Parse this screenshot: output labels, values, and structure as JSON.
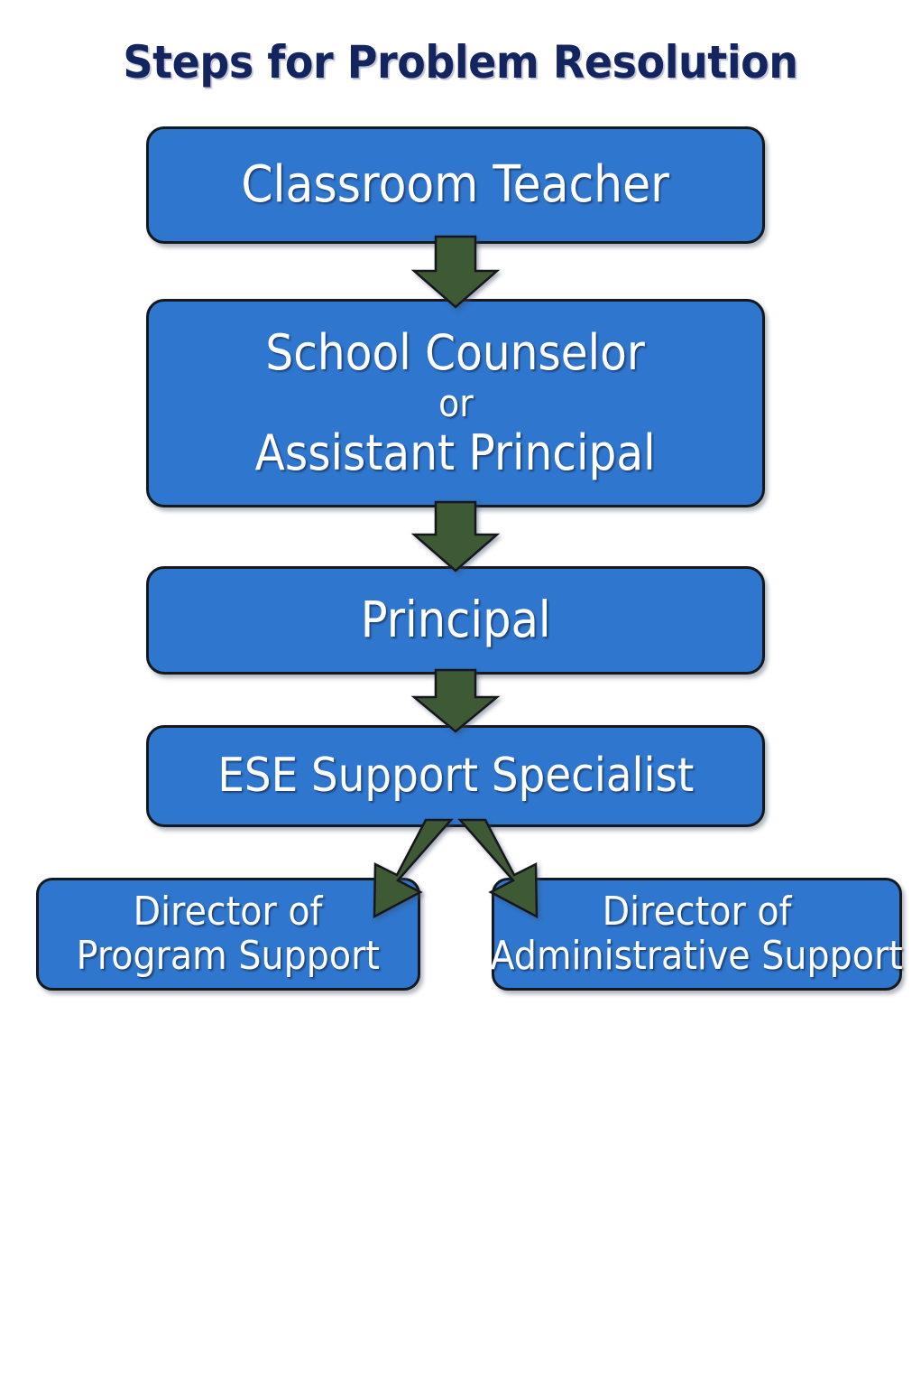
{
  "title": "Steps for Problem Resolution",
  "colors": {
    "background": "#ffffff",
    "title_text": "#14245e",
    "node_fill": "#2e76ce",
    "node_border": "#14181f",
    "node_text": "#ffffff",
    "arrow_fill": "#3d5a35",
    "arrow_outline": "#14181f"
  },
  "chart_data": {
    "type": "diagram",
    "diagram_type": "flowchart",
    "orientation": "top-to-bottom",
    "title": "Steps for Problem Resolution",
    "nodes": [
      {
        "id": "teacher",
        "lines": [
          "Classroom Teacher"
        ]
      },
      {
        "id": "counselor",
        "lines": [
          "School Counselor",
          "or",
          "Assistant Principal"
        ]
      },
      {
        "id": "principal",
        "lines": [
          "Principal"
        ]
      },
      {
        "id": "ese",
        "lines": [
          "ESE Support Specialist"
        ]
      },
      {
        "id": "program",
        "lines": [
          "Director of",
          "Program Support"
        ]
      },
      {
        "id": "admin",
        "lines": [
          "Director of",
          "Administrative Support"
        ]
      }
    ],
    "edges": [
      {
        "from": "teacher",
        "to": "counselor",
        "style": "block-arrow-down"
      },
      {
        "from": "counselor",
        "to": "principal",
        "style": "block-arrow-down"
      },
      {
        "from": "principal",
        "to": "ese",
        "style": "block-arrow-down"
      },
      {
        "from": "ese",
        "to": "program",
        "style": "block-arrow-diagonal-left"
      },
      {
        "from": "ese",
        "to": "admin",
        "style": "block-arrow-diagonal-right"
      }
    ]
  },
  "nodes": {
    "teacher": {
      "line1": "Classroom Teacher"
    },
    "counselor": {
      "line1": "School Counselor",
      "line2": "or",
      "line3": "Assistant Principal"
    },
    "principal": {
      "line1": "Principal"
    },
    "ese": {
      "line1": "ESE Support Specialist"
    },
    "program": {
      "line1": "Director of",
      "line2": "Program Support"
    },
    "admin": {
      "line1": "Director of",
      "line2": "Administrative Support"
    }
  }
}
